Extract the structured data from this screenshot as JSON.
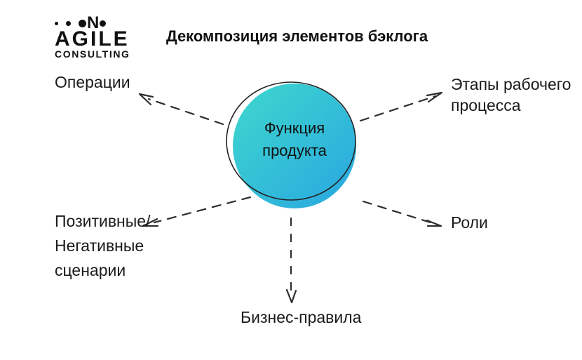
{
  "logo": {
    "mark_letter": "N",
    "name": "AGILE",
    "subtitle": "CONSULTING"
  },
  "header": {
    "title": "Декомпозиция элементов бэклога"
  },
  "center_node": {
    "label": "Функция\nпродукта"
  },
  "nodes": {
    "operations": {
      "label": "Операции"
    },
    "workflow_stages": {
      "label": "Этапы рабочего\nпроцесса"
    },
    "scenarios": {
      "label": "Позитивные/\nНегативные\nсценарии"
    },
    "roles": {
      "label": "Роли"
    },
    "business_rules": {
      "label": "Бизнес-правила"
    }
  },
  "colors": {
    "circle_gradient_start": "#3ED8CC",
    "circle_gradient_end": "#29A6E2",
    "circle_outline": "#222222",
    "arrow": "#2E2E2E",
    "text": "#1A1A1A"
  }
}
